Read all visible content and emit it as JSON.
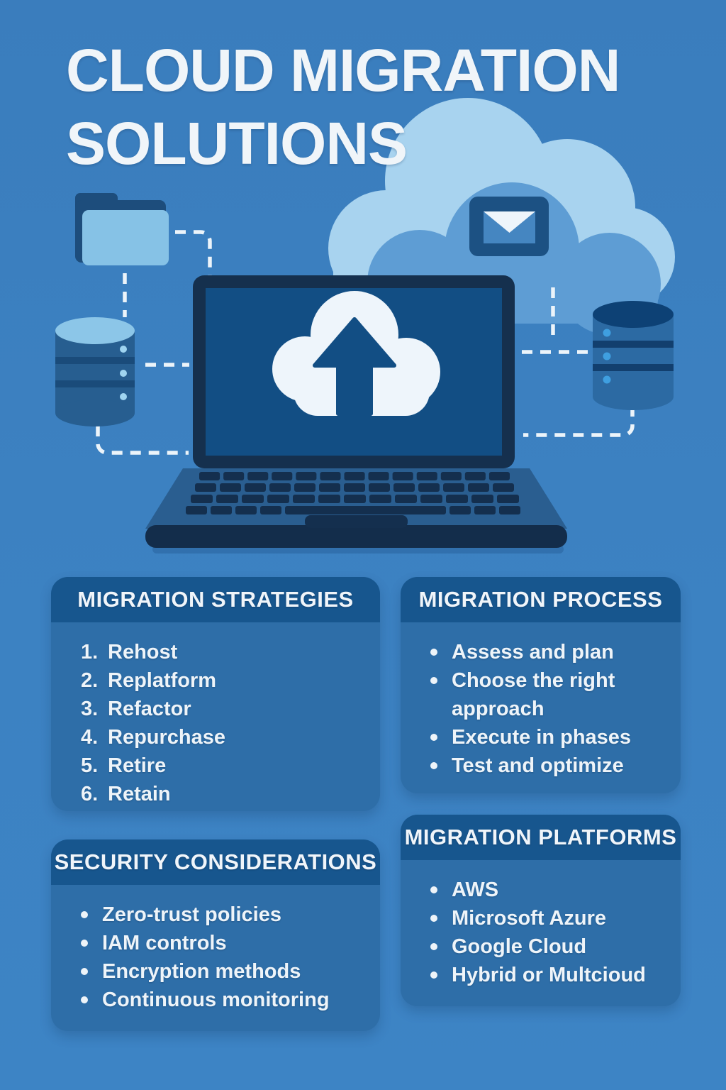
{
  "title": {
    "line1": "CLOUD MIGRATION",
    "line2": "SOLUTIONS"
  },
  "cards": [
    {
      "id": "migration-strategies",
      "title": "MIGRATION STRATEGIES",
      "list_type": "numbered",
      "items": [
        "Rehost",
        "Replatform",
        "Refactor",
        "Repurchase",
        "Retire",
        "Retain"
      ]
    },
    {
      "id": "migration-process",
      "title": "MIGRATION PROCESS",
      "list_type": "bullet",
      "items": [
        "Assess and plan",
        "Choose the right approach",
        "Execute in phases",
        "Test and optimize"
      ]
    },
    {
      "id": "security-considerations",
      "title": "SECURITY CONSIDERATIONS",
      "list_type": "bullet",
      "items": [
        "Zero-trust policies",
        "IAM controls",
        "Encryption methods",
        "Continuous monitoring"
      ]
    },
    {
      "id": "migration-platforms",
      "title": "MIGRATION PLATFORMS",
      "list_type": "bullet",
      "items": [
        "AWS",
        "Microsoft Azure",
        "Google Cloud",
        "Hybrid or Multcioud"
      ]
    }
  ],
  "illustration": {
    "icons": [
      "cloud-icon",
      "envelope-icon",
      "folder-icon",
      "database-left-icon",
      "database-right-icon",
      "laptop-icon",
      "cloud-upload-icon",
      "connector-lines"
    ]
  },
  "colors": {
    "background": "#3c80c0",
    "card_body": "#2e6ea8",
    "card_header": "#17568e",
    "text": "#f0f5fa",
    "light_cloud": "#a8d3ef",
    "mid_cloud": "#5e9dd4",
    "screen_blue": "#124e84",
    "dark_navy": "#15304e",
    "dashed_line": "#ecf4fa"
  }
}
